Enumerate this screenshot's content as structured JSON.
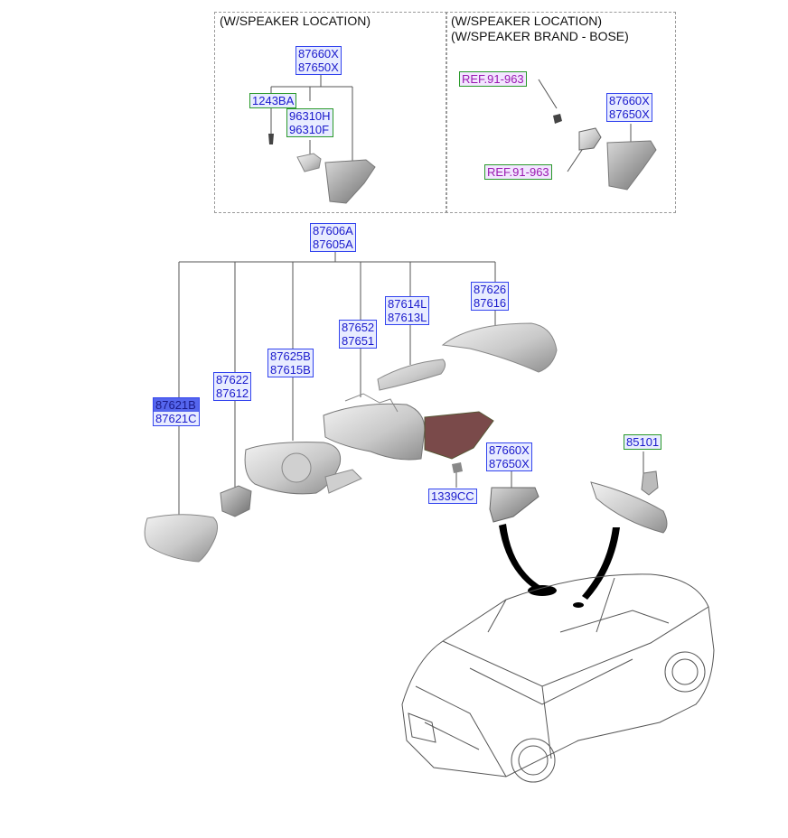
{
  "captions": {
    "speaker_location": "(W/SPEAKER LOCATION)",
    "speaker_location_bose_1": "(W/SPEAKER LOCATION)",
    "speaker_location_bose_2": "(W/SPEAKER BRAND - BOSE)"
  },
  "parts": {
    "top_left_cover": [
      "87660X",
      "87650X"
    ],
    "top_left_screw": "1243BA",
    "top_left_module": [
      "96310H",
      "96310F"
    ],
    "ref_upper": "REF.91-963",
    "ref_lower": "REF.91-963",
    "top_right_cover": [
      "87660X",
      "87650X"
    ],
    "assembly": [
      "87606A",
      "87605A"
    ],
    "glass": [
      "87621B",
      "87621C"
    ],
    "actuator": [
      "87622",
      "87612"
    ],
    "housing_frame": [
      "87625B",
      "87615B"
    ],
    "base": [
      "87652",
      "87651"
    ],
    "side_repeater": [
      "87614L",
      "87613L"
    ],
    "scalp_cover": [
      "87626",
      "87616"
    ],
    "triangle_cover": [
      "87660X",
      "87650X"
    ],
    "nut": "1339CC",
    "inside_mirror": "85101"
  }
}
